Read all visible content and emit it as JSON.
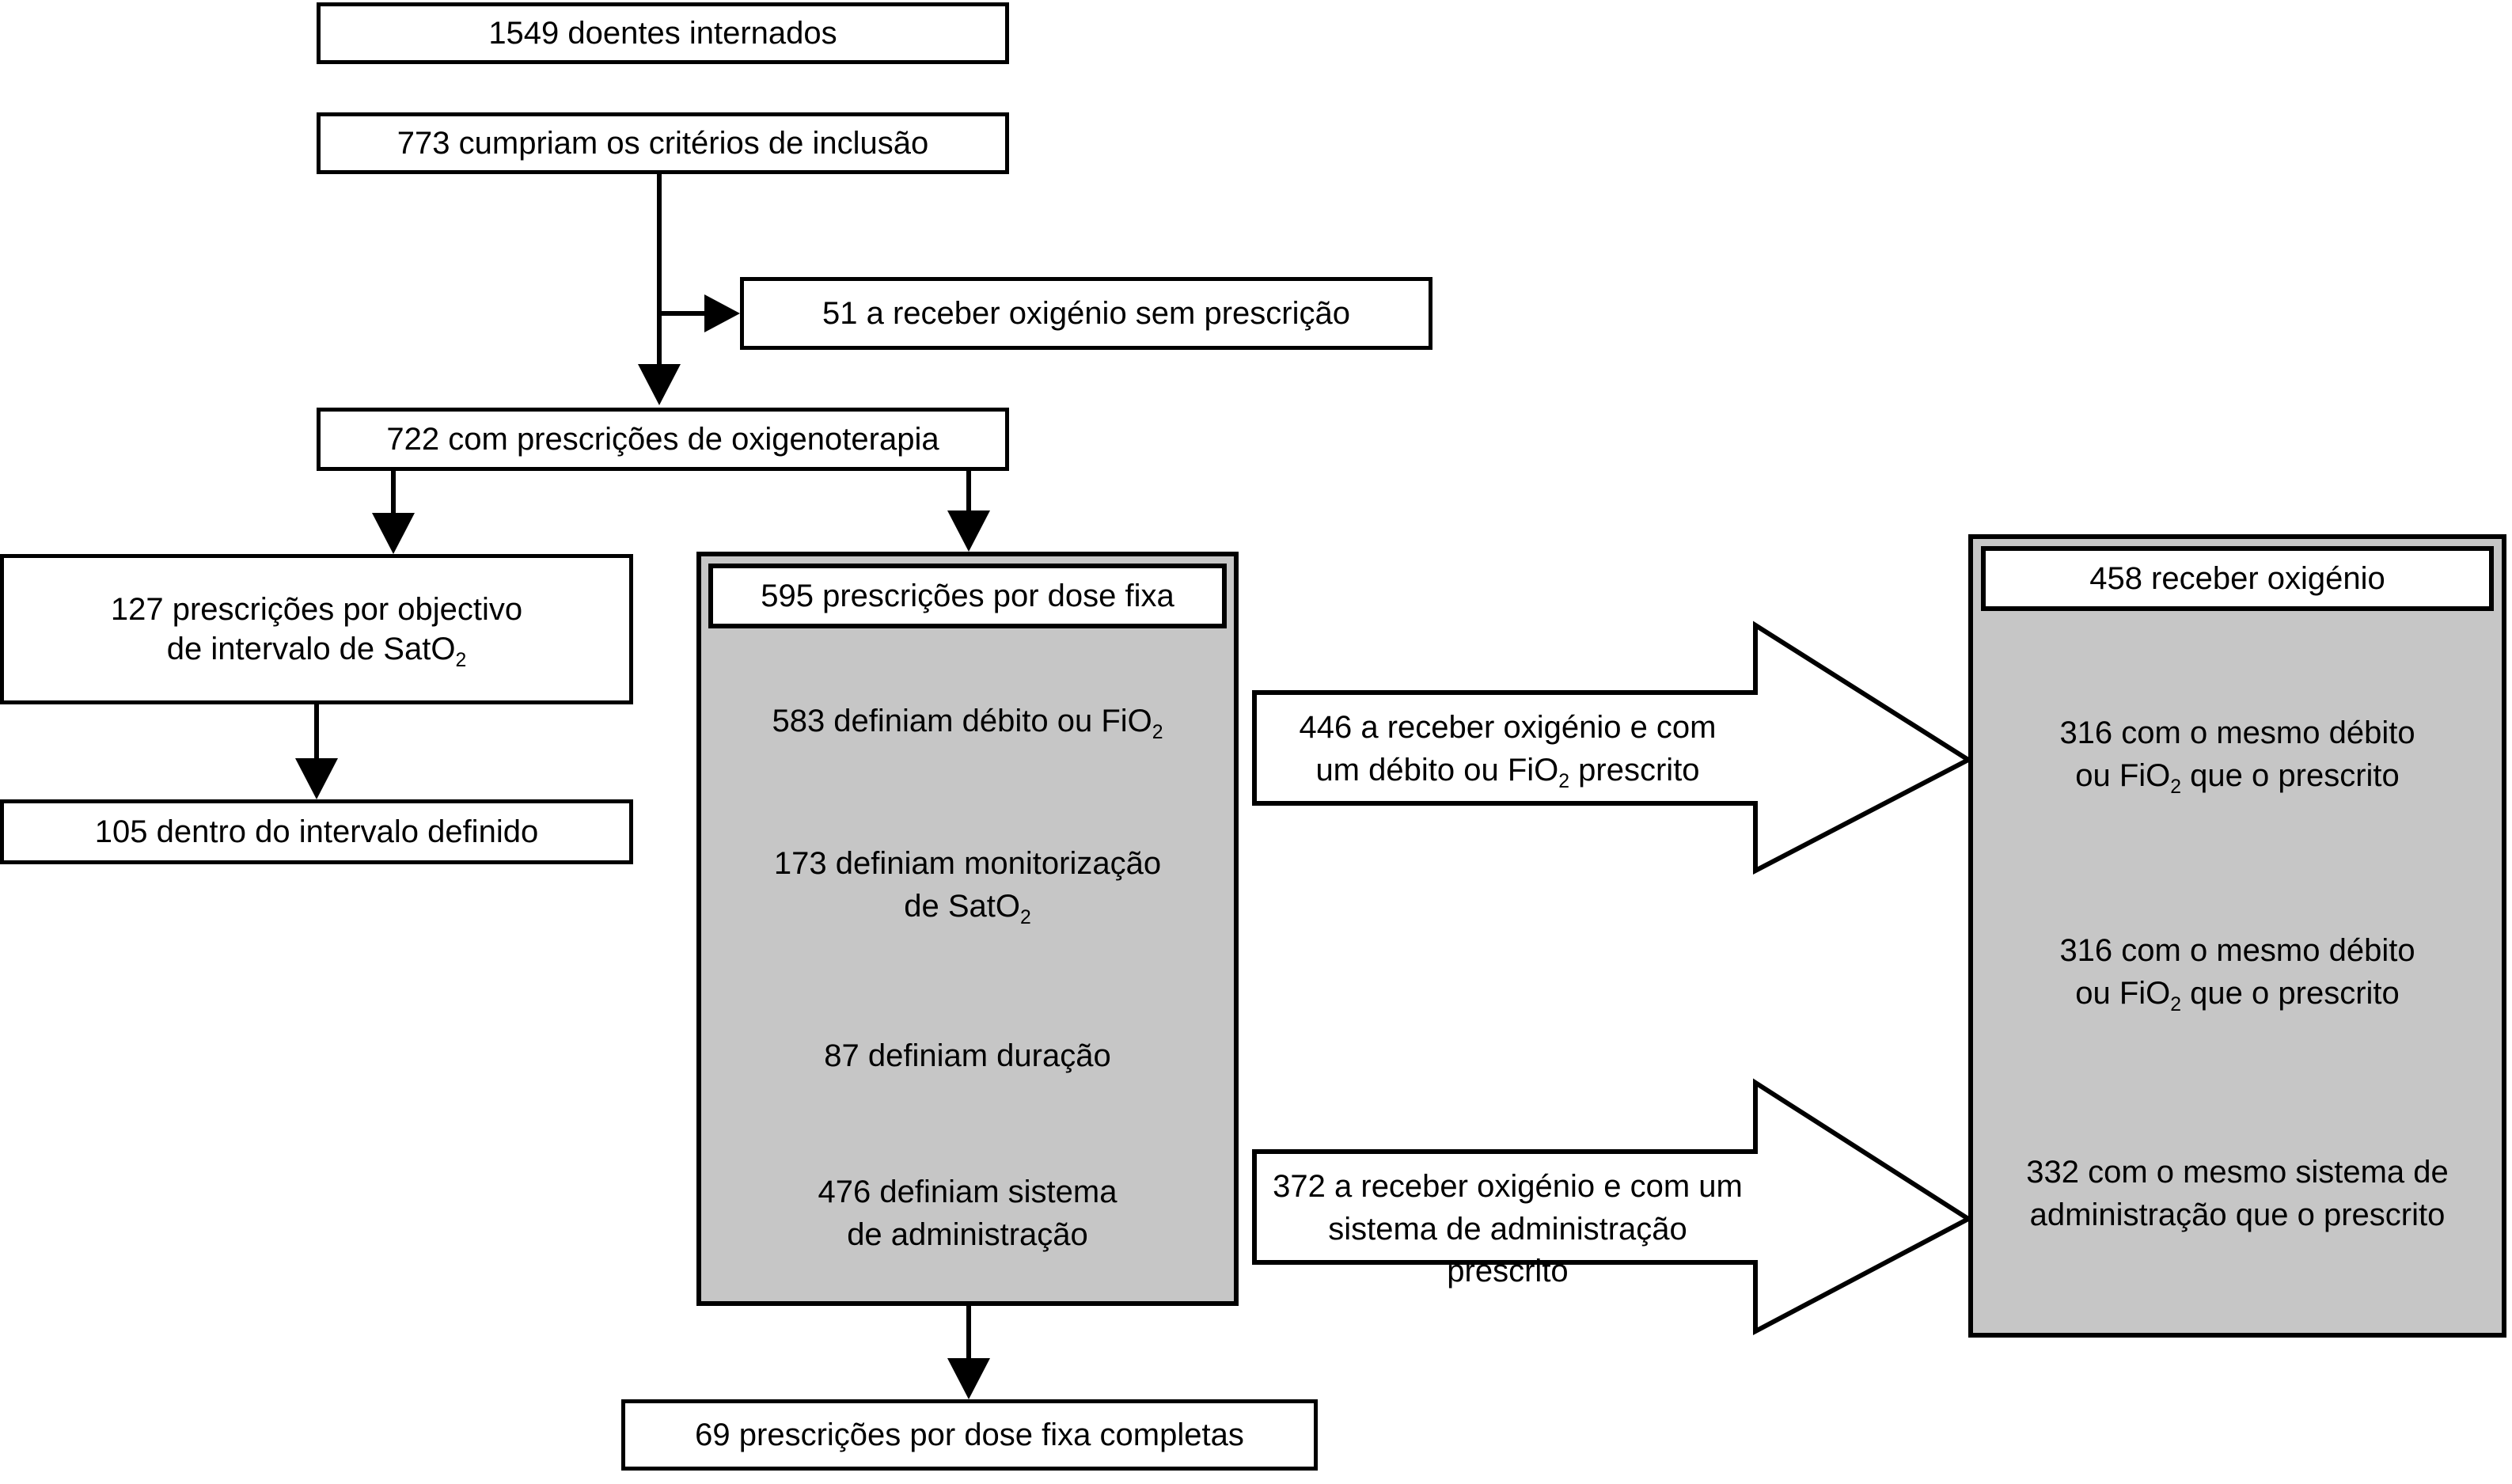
{
  "diagram": {
    "title": "Fluxograma de prescrições de oxigenoterapia",
    "colors": {
      "panel_fill": "#c6c6c6",
      "box_fill": "#ffffff",
      "stroke": "#000000"
    }
  },
  "nodes": {
    "admitted": {
      "label": "1549 doentes internados"
    },
    "inclusion": {
      "label": "773 cumpriam os critérios de inclusão"
    },
    "no_rx": {
      "label": "51 a receber oxigénio sem prescrição"
    },
    "with_rx": {
      "label": "722 com prescrições de oxigenoterapia"
    },
    "target_range": {
      "line1": "127 prescrições por objectivo",
      "line2_pre": "de intervalo de SatO",
      "line2_sub": "2"
    },
    "within_range": {
      "label": "105 dentro do intervalo definido"
    },
    "fixed_dose_complete": {
      "label": "69 prescrições por dose fixa completas"
    }
  },
  "center_panel": {
    "header": "595 prescrições por dose fixa",
    "items": [
      {
        "line1_pre": "583 definiam débito ou FiO",
        "line1_sub": "2",
        "line2_pre": "",
        "line2_sub": ""
      },
      {
        "line1_pre": "173 definiam monitorização",
        "line1_sub": "",
        "line2_pre": "de SatO",
        "line2_sub": "2"
      },
      {
        "line1_pre": "87 definiam duração",
        "line1_sub": "",
        "line2_pre": "",
        "line2_sub": ""
      },
      {
        "line1_pre": "476 definiam sistema",
        "line1_sub": "",
        "line2_pre": "de administração",
        "line2_sub": ""
      }
    ]
  },
  "right_panel": {
    "header": "458 receber oxigénio",
    "items": [
      {
        "line1_pre": "316 com o mesmo débito",
        "line1_sub": "",
        "line2_pre": "ou FiO",
        "line2_sub": "2",
        "line2_post": " que o prescrito"
      },
      {
        "line1_pre": "316 com o mesmo débito",
        "line1_sub": "",
        "line2_pre": "ou FiO",
        "line2_sub": "2",
        "line2_post": " que o prescrito"
      },
      {
        "line1_pre": "332 com o mesmo sistema de",
        "line1_sub": "",
        "line2_pre": "administração que o prescrito",
        "line2_sub": "",
        "line2_post": ""
      }
    ]
  },
  "block_arrows": [
    {
      "line1_pre": "446 a receber oxigénio e com",
      "line1_sub": "",
      "line2_pre": "um débito ou FiO",
      "line2_sub": "2",
      "line2_post": " prescrito"
    },
    {
      "line1_pre": "372 a receber oxigénio e com um",
      "line1_sub": "",
      "line2_pre": "sistema de administração prescrito",
      "line2_sub": "",
      "line2_post": ""
    }
  ]
}
